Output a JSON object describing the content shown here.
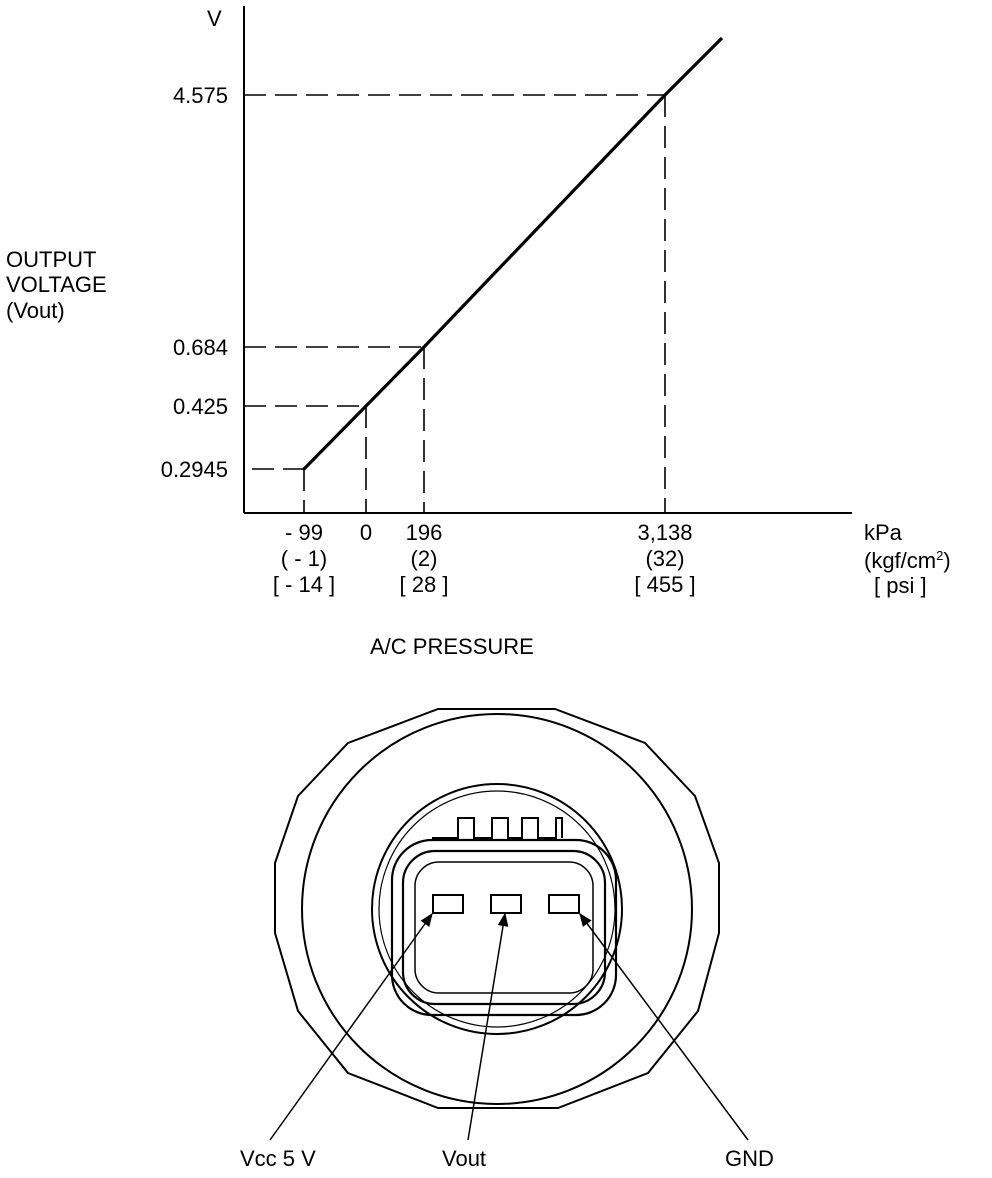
{
  "chart_data": {
    "type": "line",
    "title": "",
    "xlabel": "A/C PRESSURE",
    "ylabel_lines": [
      "OUTPUT",
      "VOLTAGE",
      "(Vout)"
    ],
    "y_unit": "V",
    "x_unit_lines": [
      "kPa",
      "(kgf/cm",
      "2",
      ")",
      "[ psi ]"
    ],
    "series": [
      {
        "x": [
          -99,
          0,
          196,
          3138
        ],
        "y": [
          0.2945,
          0.425,
          0.684,
          4.575
        ]
      }
    ],
    "reference_points": [
      {
        "x": -99,
        "y": 0.2945,
        "y_label": "0.2945",
        "x_kpa": "- 99",
        "x_kgf": "( - 1)",
        "x_psi": "[  - 14 ]"
      },
      {
        "x": 0,
        "y": 0.425,
        "y_label": "0.425",
        "x_kpa": "0",
        "x_kgf": "",
        "x_psi": ""
      },
      {
        "x": 196,
        "y": 0.684,
        "y_label": "0.684",
        "x_kpa": "196",
        "x_kgf": "(2)",
        "x_psi": "[ 28 ]"
      },
      {
        "x": 3138,
        "y": 4.575,
        "y_label": "4.575",
        "x_kpa": "3,138",
        "x_kgf": "(32)",
        "x_psi": "[ 455 ]"
      }
    ],
    "axis_scale": "non-linear (schematic)",
    "grid": false,
    "legend": "none"
  },
  "connector": {
    "pins": [
      {
        "label": "Vcc 5 V"
      },
      {
        "label": "Vout"
      },
      {
        "label": "GND"
      }
    ]
  }
}
